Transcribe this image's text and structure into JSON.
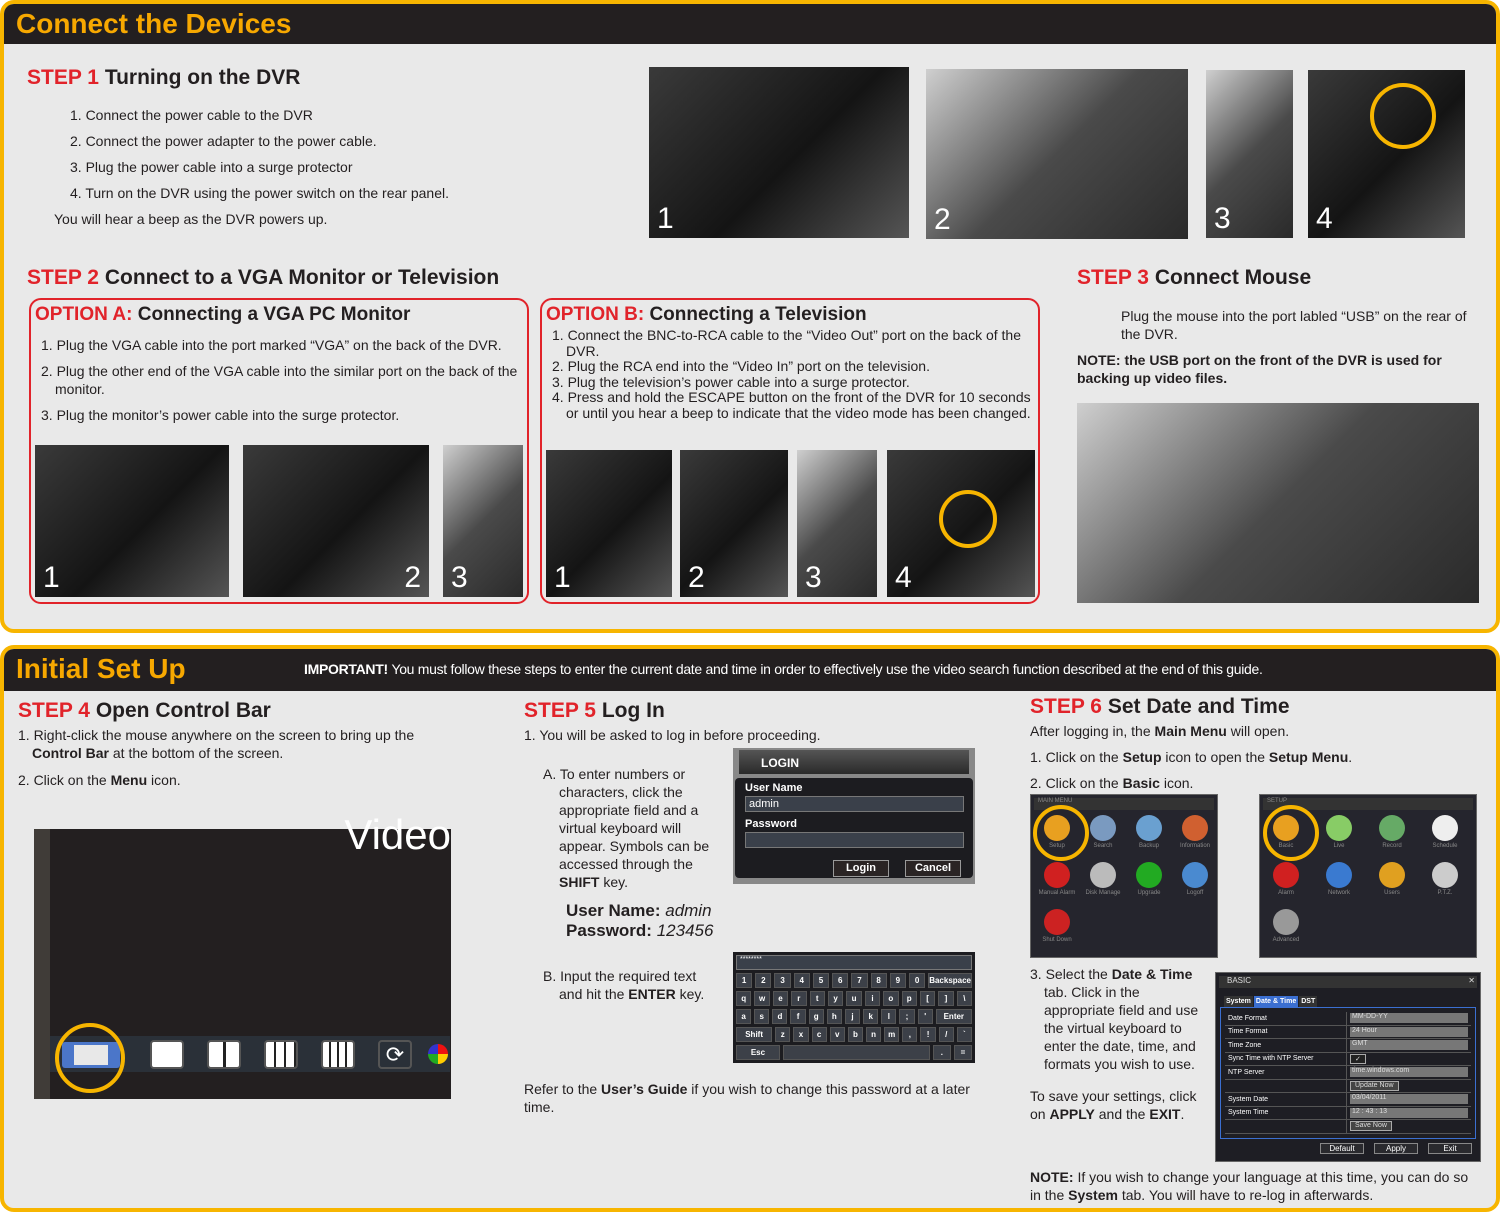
{
  "connect": {
    "title": "Connect the Devices",
    "step1": {
      "num": "STEP 1",
      "title": "Turning on the DVR",
      "items": [
        "1. Connect the power cable to the DVR",
        "2. Connect the power adapter to the power cable.",
        "3. Plug the power cable into a surge protector",
        "4. Turn on the DVR using the power switch on the rear panel."
      ],
      "note": "You will hear a beep as the DVR powers up.",
      "photos": [
        "1",
        "2",
        "3",
        "4"
      ]
    },
    "step2": {
      "num": "STEP 2",
      "title": "Connect to a VGA Monitor or Television",
      "optA": {
        "label": "OPTION A:",
        "title": "Connecting a VGA PC Monitor",
        "items": [
          "1. Plug the VGA cable into the port marked “VGA” on the back of the DVR.",
          "2. Plug the other end of the VGA cable into the similar port on the back of the monitor.",
          "3. Plug the monitor’s power cable into the surge protector."
        ],
        "photos": [
          "1",
          "2",
          "3"
        ]
      },
      "optB": {
        "label": "OPTION B:",
        "title": "Connecting a Television",
        "items": [
          "1. Connect the BNC-to-RCA cable to the “Video Out” port on the back of the DVR.",
          "2. Plug the RCA end into the “Video In” port on the television.",
          "3. Plug the television’s power cable into a surge protector.",
          "4. Press and hold the ESCAPE button on the front of the DVR for 10 seconds or until you hear a beep to indicate that the video mode has been changed."
        ],
        "photos": [
          "1",
          "2",
          "3",
          "4"
        ]
      }
    },
    "step3": {
      "num": "STEP 3",
      "title": "Connect Mouse",
      "text": "Plug the mouse into the port labled “USB” on the rear of the DVR.",
      "note": "NOTE: the USB port on the front of the DVR is used for backing up video files."
    }
  },
  "setup": {
    "title": "Initial Set Up",
    "important_label": "IMPORTANT!",
    "important": "You must follow these steps to enter the current date and time in order to effectively use the video search function described at the end of this guide.",
    "step4": {
      "num": "STEP 4",
      "title": "Open Control Bar",
      "i1a": "1. Right-click the mouse anywhere on the screen to bring up the ",
      "i1b": "Control Bar",
      "i1c": " at the bottom of the screen.",
      "i2a": "2. Click on the ",
      "i2b": "Menu",
      "i2c": " icon.",
      "screen_text": "Video"
    },
    "step5": {
      "num": "STEP 5",
      "title": "Log In",
      "i1": "1. You will be asked to log in before proceeding.",
      "a_text_a": "A. To enter numbers or characters, click the appropriate field and a virtual keyboard will appear. Symbols can be accessed through the ",
      "a_text_b": "SHIFT",
      "a_text_c": " key.",
      "user_label": "User Name:",
      "user": "admin",
      "pass_label": "Password:",
      "pass": "123456",
      "b_text_a": "B. Input the required text and hit the ",
      "b_text_b": "ENTER",
      "b_text_c": " key.",
      "refer_a": "Refer to the ",
      "refer_b": "User’s Guide",
      "refer_c": " if you wish to change this password at a later time.",
      "login": {
        "title": "LOGIN",
        "user_label": "User Name",
        "user_value": "admin",
        "pass_label": "Password",
        "login_btn": "Login",
        "cancel_btn": "Cancel"
      },
      "keyboard": {
        "display": "********",
        "rows": [
          [
            "1",
            "2",
            "3",
            "4",
            "5",
            "6",
            "7",
            "8",
            "9",
            "0",
            "Backspace"
          ],
          [
            "q",
            "w",
            "e",
            "r",
            "t",
            "y",
            "u",
            "i",
            "o",
            "p",
            "[",
            "]",
            "\\"
          ],
          [
            "a",
            "s",
            "d",
            "f",
            "g",
            "h",
            "j",
            "k",
            "l",
            ";",
            "'",
            "Enter"
          ],
          [
            "Shift",
            "z",
            "x",
            "c",
            "v",
            "b",
            "n",
            "m",
            ",",
            "!",
            "/",
            "`"
          ],
          [
            "Esc",
            " ",
            ".",
            "="
          ]
        ]
      }
    },
    "step6": {
      "num": "STEP 6",
      "title": "Set Date and Time",
      "intro_a": "After logging in, the ",
      "intro_b": "Main Menu",
      "intro_c": " will open.",
      "i1a": "1. Click on the ",
      "i1b": "Setup",
      "i1c": " icon to open the ",
      "i1d": "Setup Menu",
      "i1e": ".",
      "i2a": "2. Click on the ",
      "i2b": "Basic",
      "i2c": " icon.",
      "i3a": "3. Select the ",
      "i3b": "Date & Time",
      "i3c": " tab. Click in the appropriate field and use the virtual keyboard to enter the date, time, and formats you wish to use.",
      "save_a": "To save your settings, click on ",
      "save_b": "APPLY",
      "save_c": " and the ",
      "save_d": "EXIT",
      "save_e": ".",
      "note_a": "NOTE:",
      "note_b": " If you wish to change your language at this time, you can do so in the ",
      "note_c": "System",
      "note_d": " tab. You will have to re-log in afterwards.",
      "main_menu": {
        "title": "MAIN MENU",
        "items": [
          "Setup",
          "Search",
          "Backup",
          "Information",
          "Manual Alarm",
          "Disk Manage",
          "Upgrade",
          "Logoff",
          "Shut Down"
        ]
      },
      "setup_menu": {
        "title": "SETUP",
        "items": [
          "Basic",
          "Live",
          "Record",
          "Schedule",
          "Alarm",
          "Network",
          "Users",
          "P.T.Z.",
          "Advanced"
        ]
      },
      "basic": {
        "title": "BASIC",
        "tabs": [
          "System",
          "Date & Time",
          "DST"
        ],
        "active_tab": "Date & Time",
        "rows": [
          [
            "Date Format",
            "MM-DD-YY"
          ],
          [
            "Time Format",
            "24 Hour"
          ],
          [
            "Time Zone",
            "GMT"
          ],
          [
            "Sync Time with NTP Server",
            "✓"
          ],
          [
            "NTP Server",
            "time.windows.com"
          ],
          [
            "",
            "Update Now"
          ],
          [
            "System Date",
            "03/04/2011"
          ],
          [
            "System Time",
            "12 : 43 : 13"
          ],
          [
            "",
            "Save Now"
          ]
        ],
        "buttons": [
          "Default",
          "Apply",
          "Exit"
        ]
      }
    }
  },
  "colors": {
    "accent": "#f7b500",
    "step": "#e1232a",
    "header": "#231f20"
  }
}
